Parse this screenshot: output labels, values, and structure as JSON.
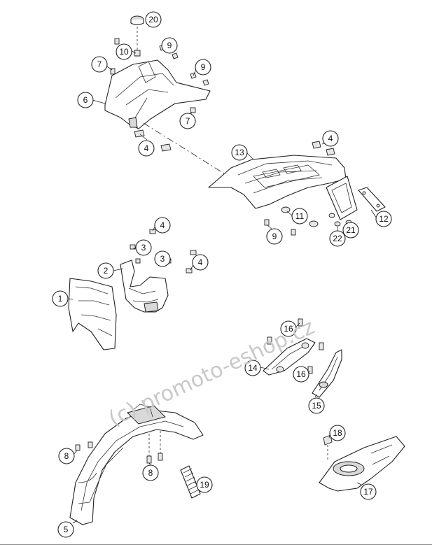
{
  "callouts": [
    {
      "label": "1"
    },
    {
      "label": "2"
    },
    {
      "label": "3"
    },
    {
      "label": "3"
    },
    {
      "label": "4"
    },
    {
      "label": "4"
    },
    {
      "label": "4"
    },
    {
      "label": "4"
    },
    {
      "label": "5"
    },
    {
      "label": "6"
    },
    {
      "label": "7"
    },
    {
      "label": "7"
    },
    {
      "label": "8"
    },
    {
      "label": "8"
    },
    {
      "label": "9"
    },
    {
      "label": "9"
    },
    {
      "label": "9"
    },
    {
      "label": "10"
    },
    {
      "label": "11"
    },
    {
      "label": "12"
    },
    {
      "label": "13"
    },
    {
      "label": "14"
    },
    {
      "label": "15"
    },
    {
      "label": "16"
    },
    {
      "label": "16"
    },
    {
      "label": "17"
    },
    {
      "label": "18"
    },
    {
      "label": "19"
    },
    {
      "label": "20"
    },
    {
      "label": "21"
    },
    {
      "label": "22"
    }
  ],
  "watermark": "(c) promoto-eshop.cz"
}
